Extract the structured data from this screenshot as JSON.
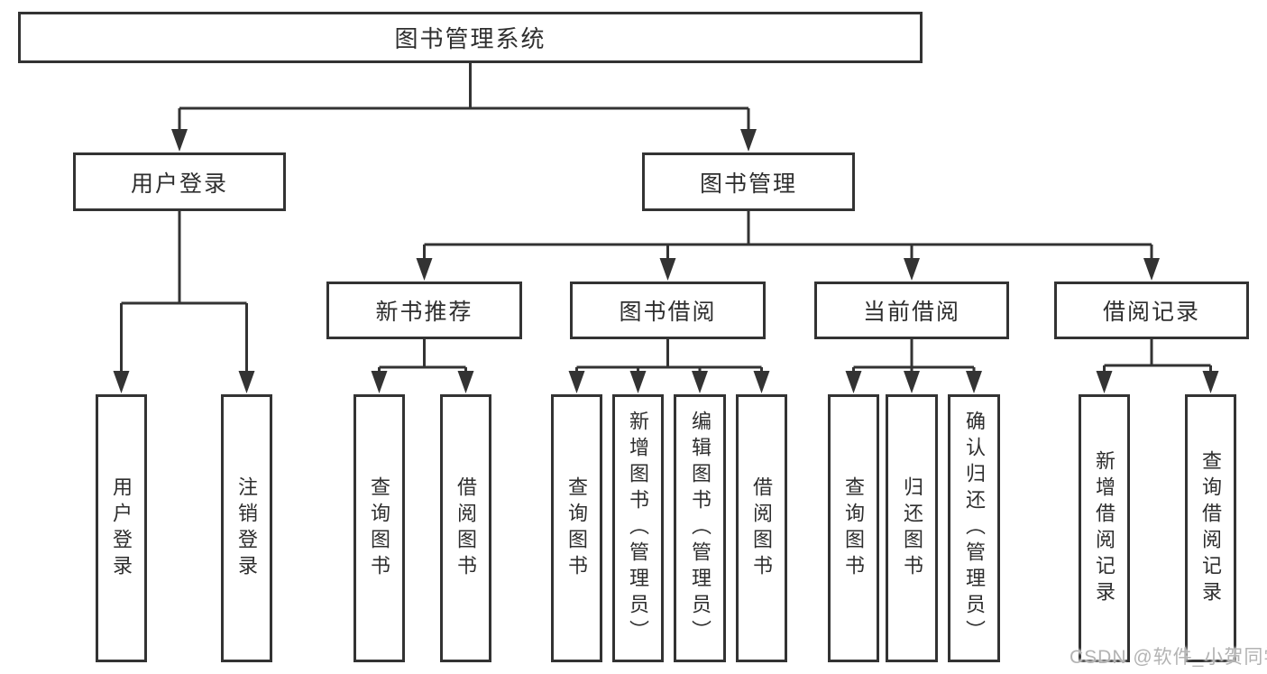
{
  "diagram_type": "hierarchy-tree",
  "colors": {
    "line": "#333333",
    "box_border": "#333333",
    "box_fill": "#ffffff",
    "text": "#2e2e2e",
    "watermark": "#b3b3b3",
    "background": "#ffffff"
  },
  "watermark": {
    "text": "CSDN @软件_小贺同学"
  },
  "tree": {
    "label": "图书管理系统",
    "children": [
      {
        "label": "用户登录",
        "children": [
          {
            "label": "用户登录"
          },
          {
            "label": "注销登录"
          }
        ]
      },
      {
        "label": "图书管理",
        "children": [
          {
            "label": "新书推荐",
            "children": [
              {
                "label": "查询图书"
              },
              {
                "label": "借阅图书"
              }
            ]
          },
          {
            "label": "图书借阅",
            "children": [
              {
                "label": "查询图书"
              },
              {
                "label": "新增图书（管理员）"
              },
              {
                "label": "编辑图书（管理员）"
              },
              {
                "label": "借阅图书"
              }
            ]
          },
          {
            "label": "当前借阅",
            "children": [
              {
                "label": "查询图书"
              },
              {
                "label": "归还图书"
              },
              {
                "label": "确认归还（管理员）"
              }
            ]
          },
          {
            "label": "借阅记录",
            "children": [
              {
                "label": "新增借阅记录"
              },
              {
                "label": "查询借阅记录"
              }
            ]
          }
        ]
      }
    ]
  }
}
